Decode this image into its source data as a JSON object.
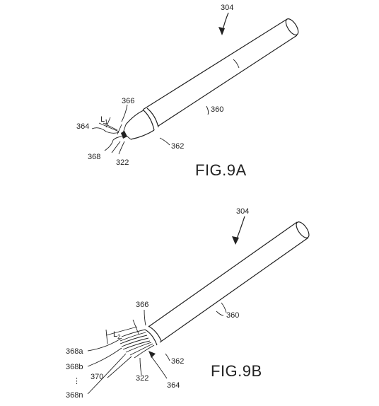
{
  "figure_a": {
    "title": "FIG.9A",
    "labels": {
      "assembly": "304",
      "shaft": "360",
      "ring": "362",
      "tip": "364",
      "bevel": "366",
      "fibers": "368",
      "point": "322",
      "length": "L",
      "length_sub": "1"
    }
  },
  "figure_b": {
    "title": "FIG.9B",
    "labels": {
      "assembly": "304",
      "shaft": "360",
      "ring": "362",
      "tip": "364",
      "bevel": "366",
      "fiber_a": "368a",
      "fiber_b": "368b",
      "fiber_dots": "⋮",
      "fiber_n": "368n",
      "bundle": "370",
      "point": "322",
      "length": "L",
      "length_sub": "2"
    }
  }
}
